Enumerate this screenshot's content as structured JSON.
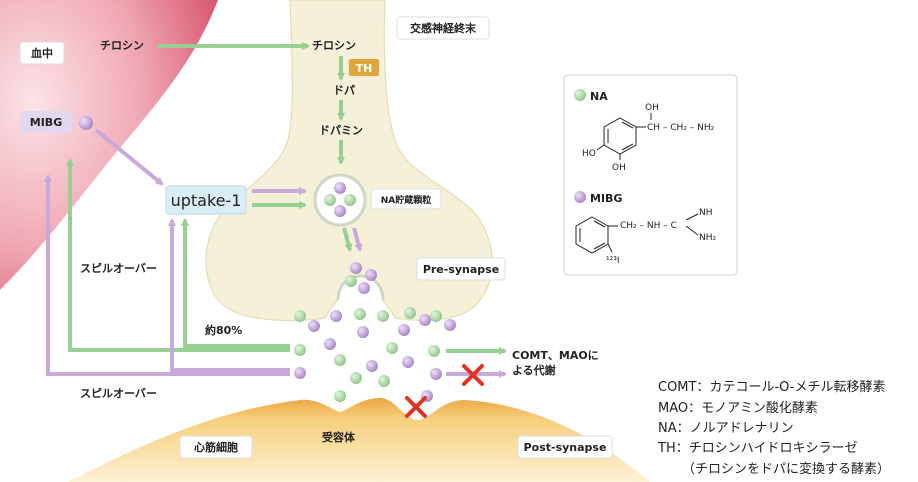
{
  "labels": {
    "blood": "血中",
    "sympathetic_terminal": "交感神経終末",
    "tyrosine_blood": "チロシン",
    "tyrosine_terminal": "チロシン",
    "th_badge": "TH",
    "dopa": "ドパ",
    "dopamine": "ドパミン",
    "vesicle": "NA貯蔵顆粒",
    "mibg": "MIBG",
    "uptake": "uptake-1",
    "spillover_top": "スピルオーバー",
    "spillover_bottom": "スピルオーバー",
    "pre_synapse": "Pre-synapse",
    "percent_80": "約80%",
    "metabolism_line1": "COMT、MAOに",
    "metabolism_line2": "よる代謝",
    "receptor": "受容体",
    "cardiomyocyte": "心筋細胞",
    "post_synapse": "Post-synapse"
  },
  "structures": {
    "na": {
      "title": "NA",
      "oh_top": "OH",
      "chain": "CH – CH₂ – NH₂",
      "ho_left": "HO",
      "oh_bottom": "OH"
    },
    "mibg": {
      "title": "MIBG",
      "chain": "CH₂ – NH – C",
      "nh": "NH",
      "nh2": "NH₂",
      "iodine": "¹²³I"
    }
  },
  "legend": [
    "COMT：カテコール-O-メチル転移酵素",
    "MAO：モノアミン酸化酵素",
    "NA：ノルアドレナリン",
    "TH：チロシンハイドロキシラーゼ",
    "（チロシンをドパに変換する酵素）"
  ],
  "colors": {
    "green_arrow": "#98cf93",
    "purple_arrow": "#c8a9d9",
    "na_dot": "#a9d3a0",
    "mibg_dot": "#b99bd2",
    "neuron": "#f5f0d8",
    "neuron_edge": "#e6dcb4",
    "blood_vessel": "#e07a8c",
    "cardiomyocyte": "#f4c36c",
    "th_badge": "#e0a43a",
    "uptake_box": "#dbeef8",
    "cross": "#e03322"
  }
}
